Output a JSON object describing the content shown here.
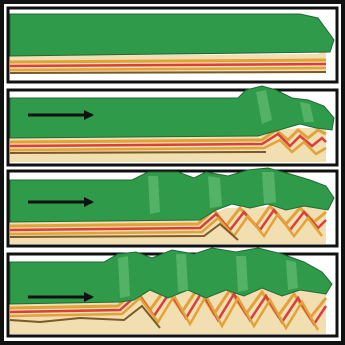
{
  "figure": {
    "panels": [
      {
        "stage": 1,
        "arrow": false
      },
      {
        "stage": 2,
        "arrow": true
      },
      {
        "stage": 3,
        "arrow": true
      },
      {
        "stage": 4,
        "arrow": true
      }
    ],
    "arrow_direction": "right",
    "colors": {
      "frame": "#111111",
      "panel_background": "#ffffff",
      "forest_green": "#2f9a4a",
      "forest_green_light": "#5db86c",
      "forest_edge": "#1f6a33",
      "stripe_red": "#d9403a",
      "stripe_orange": "#e2a23a",
      "stripe_brown": "#7a5a2a",
      "sand": "#f1deb1",
      "arrow": "#111111"
    }
  }
}
